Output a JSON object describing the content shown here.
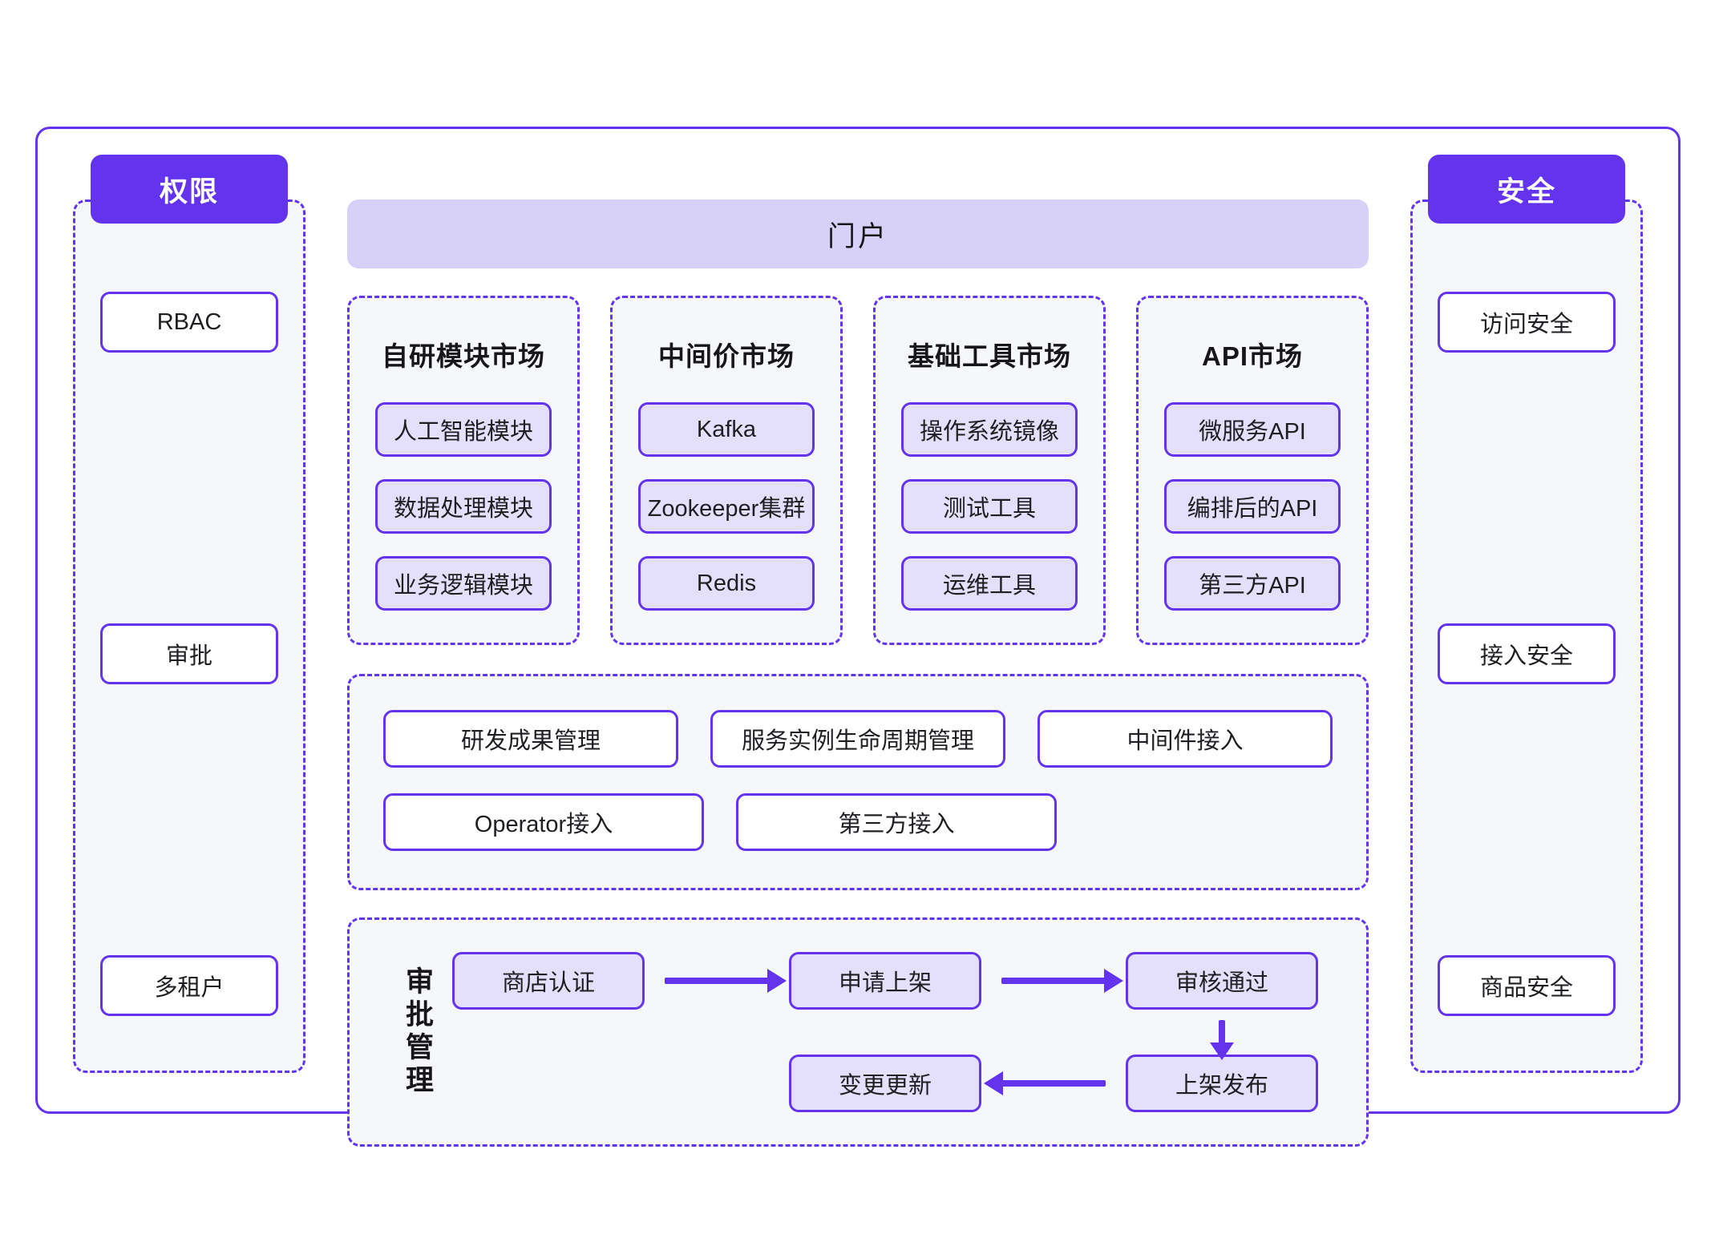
{
  "theme": {
    "accent": "#6333ee",
    "chip_fill": "#e4dffa",
    "portal_fill": "#d8d1f7",
    "panel_fill": "#f6f7fa",
    "text": "#1f1f23"
  },
  "left_panel": {
    "tab_label": "权限",
    "items": [
      {
        "label": "RBAC"
      },
      {
        "label": "审批"
      },
      {
        "label": "多租户"
      }
    ]
  },
  "right_panel": {
    "tab_label": "安全",
    "items": [
      {
        "label": "访问安全"
      },
      {
        "label": "接入安全"
      },
      {
        "label": "商品安全"
      }
    ]
  },
  "portal": {
    "title": "门户"
  },
  "markets": [
    {
      "title": "自研模块市场",
      "items": [
        "人工智能模块",
        "数据处理模块",
        "业务逻辑模块"
      ]
    },
    {
      "title": "中间价市场",
      "items": [
        "Kafka",
        "Zookeeper集群",
        "Redis"
      ]
    },
    {
      "title": "基础工具市场",
      "items": [
        "操作系统镜像",
        "测试工具",
        "运维工具"
      ]
    },
    {
      "title": "API市场",
      "items": [
        "微服务API",
        "编排后的API",
        "第三方API"
      ]
    }
  ],
  "capabilities": {
    "row1": [
      "研发成果管理",
      "服务实例生命周期管理",
      "中间件接入"
    ],
    "row2": [
      "Operator接入",
      "第三方接入"
    ]
  },
  "approval": {
    "section_label": "审批管理",
    "nodes": {
      "store_cert": "商店认证",
      "apply_listing": "申请上架",
      "review_passed": "审核通过",
      "publish": "上架发布",
      "change_update": "变更更新"
    },
    "arrows": [
      {
        "name": "store-to-apply",
        "direction": "right"
      },
      {
        "name": "apply-to-review",
        "direction": "right"
      },
      {
        "name": "review-to-publish",
        "direction": "down"
      },
      {
        "name": "publish-to-change",
        "direction": "left"
      }
    ]
  }
}
